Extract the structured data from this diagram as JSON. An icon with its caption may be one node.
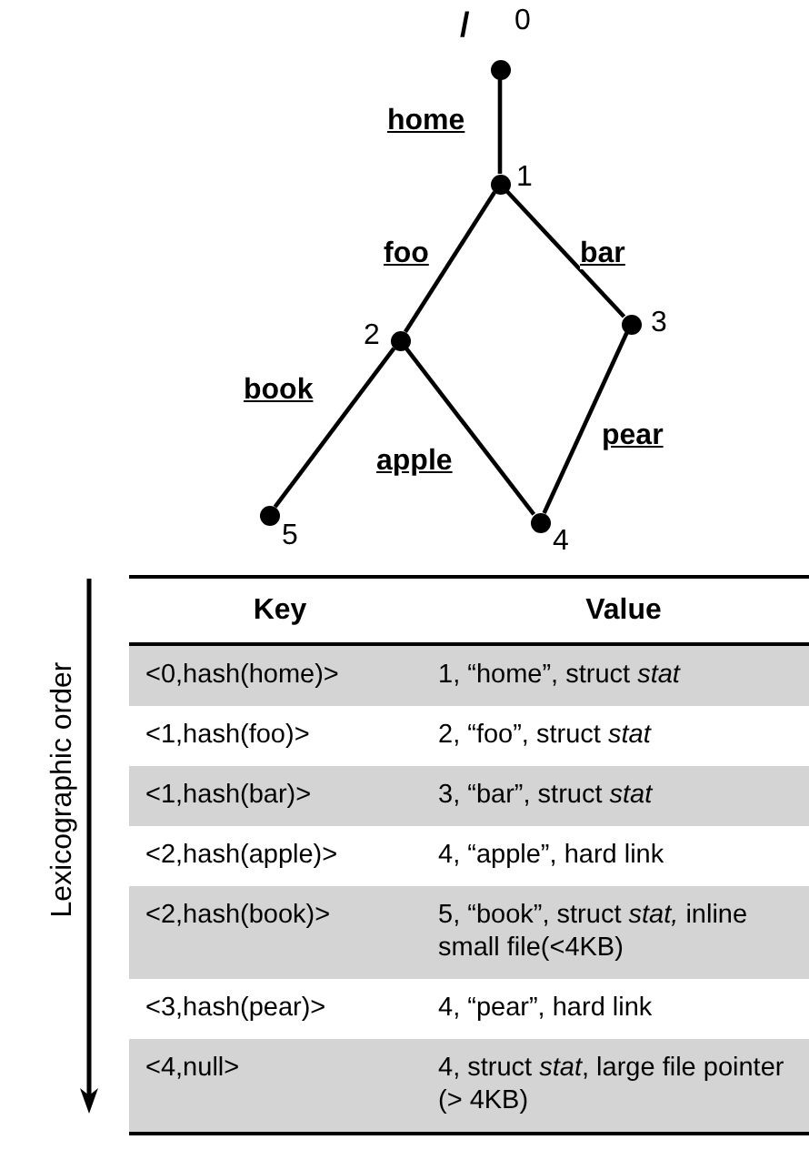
{
  "diagram": {
    "nodes": [
      {
        "text": [],
        "shape": "circle",
        "beside": [
          "/",
          "0"
        ]
      },
      {
        "text": [],
        "shape": "circle",
        "beside": [
          "1"
        ]
      },
      {
        "text": [],
        "shape": "circle",
        "beside": [
          "2"
        ]
      },
      {
        "text": [],
        "shape": "circle",
        "beside": [
          "3"
        ]
      },
      {
        "text": [],
        "shape": "circle",
        "beside": [
          "5"
        ]
      },
      {
        "text": [],
        "shape": "circle",
        "beside": [
          "4"
        ]
      }
    ],
    "edges": [
      {
        "from": 0,
        "to": 1,
        "arrow": "none",
        "label": "home"
      },
      {
        "from": 1,
        "to": 2,
        "arrow": "none",
        "label": "foo"
      },
      {
        "from": 1,
        "to": 3,
        "arrow": "none",
        "label": "bar"
      },
      {
        "from": 2,
        "to": 4,
        "arrow": "none",
        "label": "book"
      },
      {
        "from": 2,
        "to": 5,
        "arrow": "none",
        "label": "apple"
      },
      {
        "from": 3,
        "to": 5,
        "arrow": "none",
        "label": "pear"
      }
    ],
    "labels": [
      "Lexicographic order",
      "Key",
      "Value",
      "<0,hash(home)>",
      "1, “home”, struct *stat*",
      "<1,hash(foo)>",
      "2, “foo”, struct *stat*",
      "<1,hash(bar)>",
      "3, “bar”, struct *stat*",
      "<2,hash(apple)>",
      "4, “apple”, hard link",
      "<2,hash(book)>",
      "5, “book”, struct *stat,* inline small file(<4KB)",
      "<3,hash(pear)>",
      "4, “pear”, hard link",
      "<4,null>",
      "4, struct *stat*, large file pointer (> 4KB)"
    ]
  }
}
